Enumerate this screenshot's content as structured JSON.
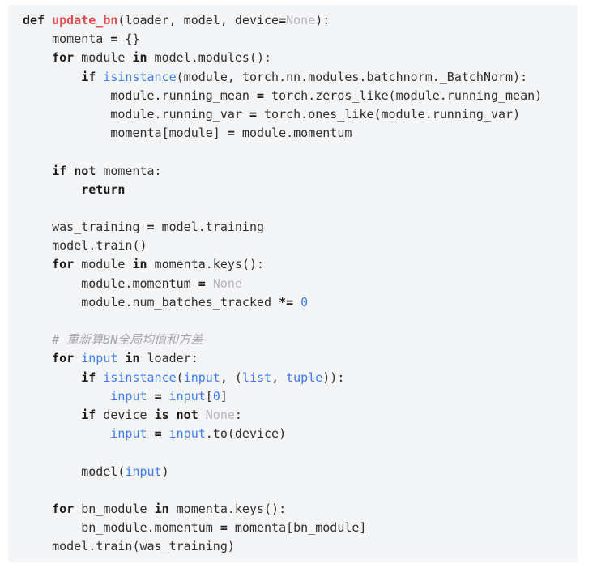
{
  "palette": {
    "page_background": "#ffffff",
    "panel_background": "#f4f5f7",
    "text_default": "#2e2e2e",
    "keyword": "#1c1c1c",
    "function_name": "#e8494e",
    "builtin_blue": "#3e7df0",
    "literal_gray": "#b5b5ba",
    "comment_gray": "#a5a5aa"
  },
  "code": {
    "language": "python",
    "token_styles": {
      "p": "plain",
      "k": "keyword-bold",
      "o": "operator-bold",
      "f": "function-name-red",
      "b": "builtin-blue",
      "n": "none-literal-gray",
      "c": "comment-gray-italic"
    },
    "lines": [
      [
        [
          "k",
          "def "
        ],
        [
          "f",
          "update_bn"
        ],
        [
          "p",
          "(loader, model, device"
        ],
        [
          "o",
          "="
        ],
        [
          "n",
          "None"
        ],
        [
          "p",
          "):"
        ]
      ],
      [
        [
          "p",
          "    momenta "
        ],
        [
          "o",
          "="
        ],
        [
          "p",
          " {}"
        ]
      ],
      [
        [
          "p",
          "    "
        ],
        [
          "k",
          "for"
        ],
        [
          "p",
          " module "
        ],
        [
          "k",
          "in"
        ],
        [
          "p",
          " model.modules():"
        ]
      ],
      [
        [
          "p",
          "        "
        ],
        [
          "k",
          "if"
        ],
        [
          "p",
          " "
        ],
        [
          "b",
          "isinstance"
        ],
        [
          "p",
          "(module, torch.nn.modules.batchnorm._BatchNorm):"
        ]
      ],
      [
        [
          "p",
          "            module.running_mean "
        ],
        [
          "o",
          "="
        ],
        [
          "p",
          " torch.zeros_like(module.running_mean)"
        ]
      ],
      [
        [
          "p",
          "            module.running_var "
        ],
        [
          "o",
          "="
        ],
        [
          "p",
          " torch.ones_like(module.running_var)"
        ]
      ],
      [
        [
          "p",
          "            momenta[module] "
        ],
        [
          "o",
          "="
        ],
        [
          "p",
          " module.momentum"
        ]
      ],
      [],
      [
        [
          "p",
          "    "
        ],
        [
          "k",
          "if"
        ],
        [
          "p",
          " "
        ],
        [
          "k",
          "not"
        ],
        [
          "p",
          " momenta:"
        ]
      ],
      [
        [
          "p",
          "        "
        ],
        [
          "k",
          "return"
        ]
      ],
      [],
      [
        [
          "p",
          "    was_training "
        ],
        [
          "o",
          "="
        ],
        [
          "p",
          " model.training"
        ]
      ],
      [
        [
          "p",
          "    model.train()"
        ]
      ],
      [
        [
          "p",
          "    "
        ],
        [
          "k",
          "for"
        ],
        [
          "p",
          " module "
        ],
        [
          "k",
          "in"
        ],
        [
          "p",
          " momenta.keys():"
        ]
      ],
      [
        [
          "p",
          "        module.momentum "
        ],
        [
          "o",
          "="
        ],
        [
          "p",
          " "
        ],
        [
          "n",
          "None"
        ]
      ],
      [
        [
          "p",
          "        module.num_batches_tracked "
        ],
        [
          "o",
          "*="
        ],
        [
          "p",
          " "
        ],
        [
          "b",
          "0"
        ]
      ],
      [],
      [
        [
          "p",
          "    "
        ],
        [
          "c",
          "# 重新算BN全局均值和方差"
        ]
      ],
      [
        [
          "p",
          "    "
        ],
        [
          "k",
          "for"
        ],
        [
          "p",
          " "
        ],
        [
          "b",
          "input"
        ],
        [
          "p",
          " "
        ],
        [
          "k",
          "in"
        ],
        [
          "p",
          " loader:"
        ]
      ],
      [
        [
          "p",
          "        "
        ],
        [
          "k",
          "if"
        ],
        [
          "p",
          " "
        ],
        [
          "b",
          "isinstance"
        ],
        [
          "p",
          "("
        ],
        [
          "b",
          "input"
        ],
        [
          "p",
          ", ("
        ],
        [
          "b",
          "list"
        ],
        [
          "p",
          ", "
        ],
        [
          "b",
          "tuple"
        ],
        [
          "p",
          ")):"
        ]
      ],
      [
        [
          "p",
          "            "
        ],
        [
          "b",
          "input"
        ],
        [
          "p",
          " "
        ],
        [
          "o",
          "="
        ],
        [
          "p",
          " "
        ],
        [
          "b",
          "input"
        ],
        [
          "p",
          "["
        ],
        [
          "b",
          "0"
        ],
        [
          "p",
          "]"
        ]
      ],
      [
        [
          "p",
          "        "
        ],
        [
          "k",
          "if"
        ],
        [
          "p",
          " device "
        ],
        [
          "k",
          "is"
        ],
        [
          "p",
          " "
        ],
        [
          "k",
          "not"
        ],
        [
          "p",
          " "
        ],
        [
          "n",
          "None"
        ],
        [
          "p",
          ":"
        ]
      ],
      [
        [
          "p",
          "            "
        ],
        [
          "b",
          "input"
        ],
        [
          "p",
          " "
        ],
        [
          "o",
          "="
        ],
        [
          "p",
          " "
        ],
        [
          "b",
          "input"
        ],
        [
          "p",
          ".to(device)"
        ]
      ],
      [],
      [
        [
          "p",
          "        model("
        ],
        [
          "b",
          "input"
        ],
        [
          "p",
          ")"
        ]
      ],
      [],
      [
        [
          "p",
          "    "
        ],
        [
          "k",
          "for"
        ],
        [
          "p",
          " bn_module "
        ],
        [
          "k",
          "in"
        ],
        [
          "p",
          " momenta.keys():"
        ]
      ],
      [
        [
          "p",
          "        bn_module.momentum "
        ],
        [
          "o",
          "="
        ],
        [
          "p",
          " momenta[bn_module]"
        ]
      ],
      [
        [
          "p",
          "    model.train(was_training)"
        ]
      ]
    ]
  }
}
